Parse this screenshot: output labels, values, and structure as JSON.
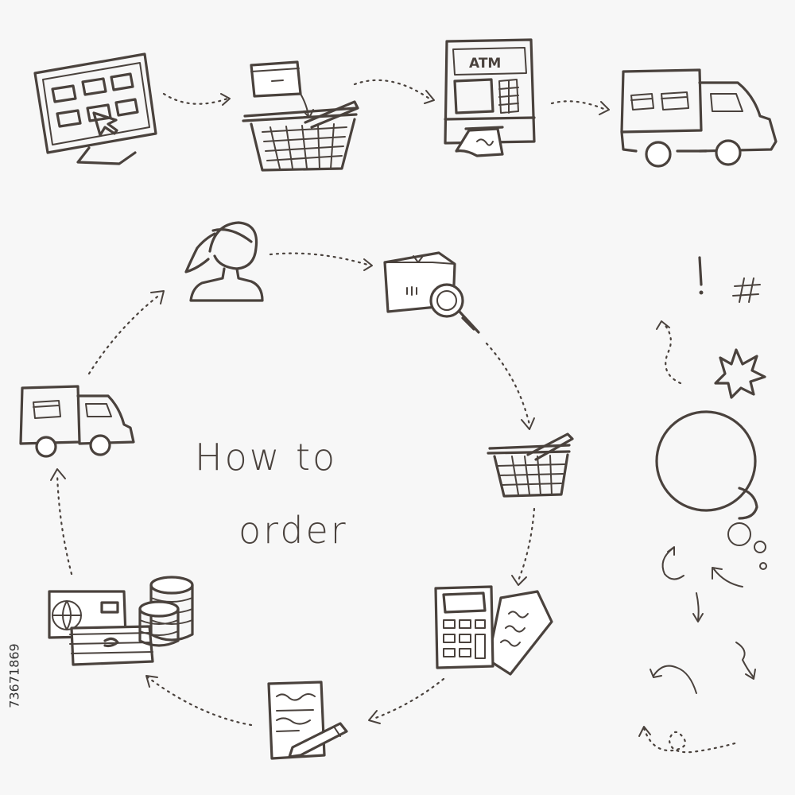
{
  "title": {
    "line1": "How to",
    "line2": "order"
  },
  "atm_label": "ATM",
  "stock_id": "73671869",
  "colors": {
    "ink": "#4a423d",
    "background": "#f7f7f7"
  },
  "top_row": [
    {
      "step": "browse",
      "icon": "monitor-with-cursor-icon"
    },
    {
      "step": "add-to-basket",
      "icon": "package-into-basket-icon"
    },
    {
      "step": "pay-at-atm",
      "icon": "atm-machine-icon"
    },
    {
      "step": "delivery",
      "icon": "delivery-truck-icon"
    }
  ],
  "cycle": [
    {
      "step": "customer",
      "icon": "customer-avatar-icon"
    },
    {
      "step": "search-product",
      "icon": "package-magnifier-icon"
    },
    {
      "step": "basket",
      "icon": "shopping-basket-icon"
    },
    {
      "step": "calculate",
      "icon": "calculator-receipt-icon"
    },
    {
      "step": "fill-form",
      "icon": "order-form-pencil-icon"
    },
    {
      "step": "payment",
      "icon": "card-and-coins-icon"
    },
    {
      "step": "delivery",
      "icon": "delivery-truck-icon"
    }
  ],
  "extras": [
    "exclamation-icon",
    "hash-icon",
    "burst-icon",
    "thought-bubble-icon",
    "curved-arrow-icon"
  ]
}
